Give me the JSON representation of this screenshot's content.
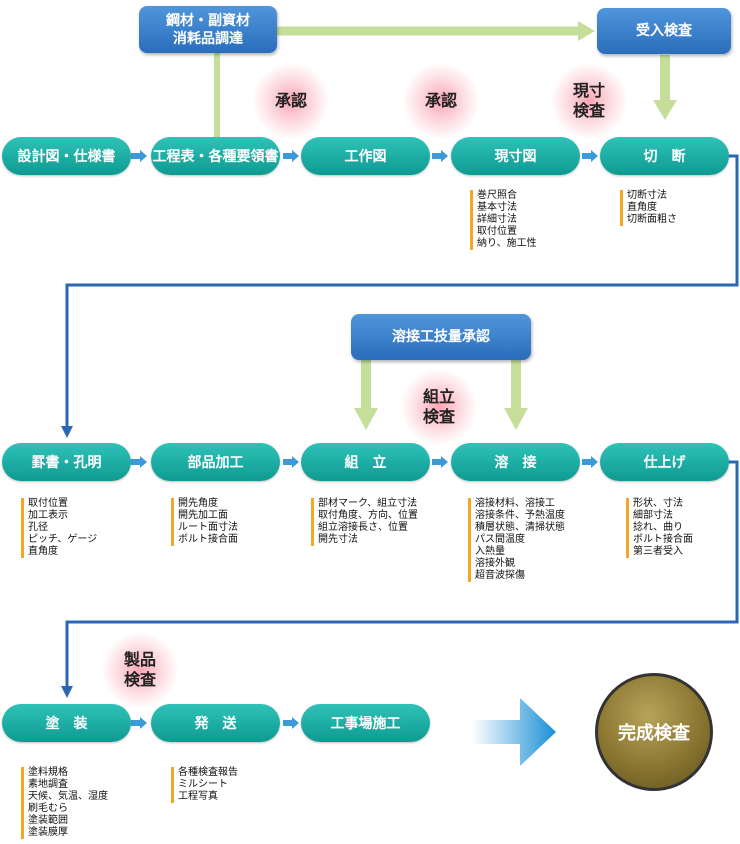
{
  "procurement": [
    "鋼材・副資材",
    "消耗品調達"
  ],
  "receiving_inspection": "受入検査",
  "welder_approval": "溶接工技量承認",
  "row1": [
    "設計図・仕様書",
    "工程表・各種要領書",
    "工作図",
    "現寸図",
    "切　断"
  ],
  "row2": [
    "罫書・孔明",
    "部品加工",
    "組　立",
    "溶　接",
    "仕上げ"
  ],
  "row3": [
    "塗　装",
    "発　送",
    "工事場施工"
  ],
  "final_inspection": "完成検査",
  "badges": {
    "approval1": [
      "承認"
    ],
    "approval2": [
      "承認"
    ],
    "genzun": [
      "現寸",
      "検査"
    ],
    "kumitate": [
      "組立",
      "検査"
    ],
    "seihin": [
      "製品",
      "検査"
    ]
  },
  "notes": {
    "genzunzu": [
      "巻尺照合",
      "基本寸法",
      "詳細寸法",
      "取付位置",
      "納り、施工性"
    ],
    "setsudan": [
      "切断寸法",
      "直角度",
      "切断面粗さ"
    ],
    "kegaki": [
      "取付位置",
      "加工表示",
      "孔径",
      "ピッチ、ゲージ",
      "直角度"
    ],
    "buhin": [
      "開先角度",
      "開先加工面",
      "ルート面寸法",
      "ボルト接合面"
    ],
    "kumitate": [
      "部材マーク、組立寸法",
      "取付角度、方向、位置",
      "組立溶接長さ、位置",
      "開先寸法"
    ],
    "yosetsu": [
      "溶接材料、溶接工",
      "溶接条件、予熱温度",
      "積層状態、清掃状態",
      "パス間温度",
      "入熱量",
      "溶接外観",
      "超音波探傷"
    ],
    "shiage": [
      "形状、寸法",
      "細部寸法",
      "捻れ、曲り",
      "ボルト接合面",
      "第三者受入"
    ],
    "tosou": [
      "塗料規格",
      "素地調査",
      "天候、気温、湿度",
      "刷毛むら",
      "塗装範囲",
      "塗装膜厚"
    ],
    "hassou": [
      "各種検査報告",
      "ミルシート",
      "工程写真"
    ]
  },
  "colors": {
    "step_fill": "#13a79e",
    "header_fill": "#3a80cc",
    "connector_green": "#c5df9a",
    "route_blue": "#2a68b4",
    "note_bar": "#f5a623",
    "final_fill": "#8a7630"
  }
}
